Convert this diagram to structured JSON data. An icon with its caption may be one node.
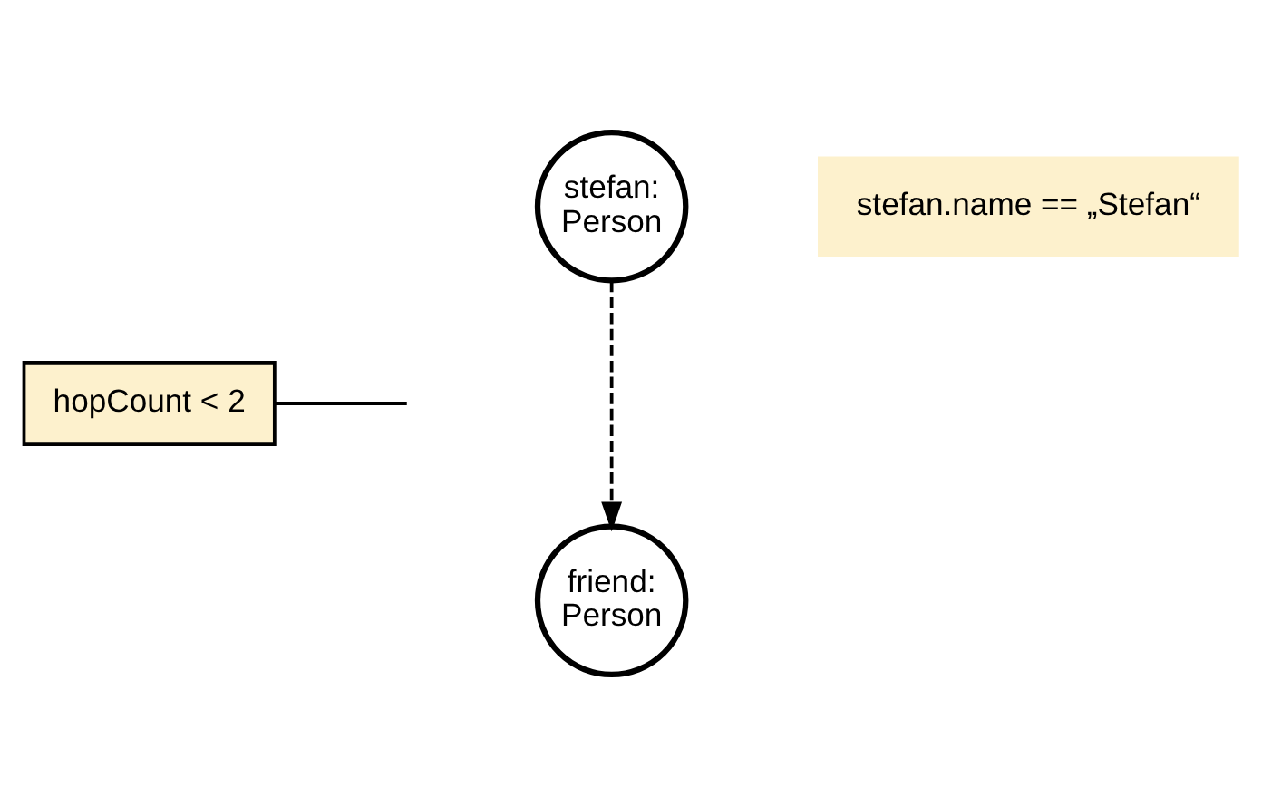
{
  "diagram": {
    "nodes": [
      {
        "text": [
          "stefan: Person"
        ]
      },
      {
        "text": [
          "stefan.name == „Stefan“"
        ]
      },
      {
        "text": [
          "hopCount < 2"
        ]
      },
      {
        "text": [
          "friend: Person"
        ]
      }
    ],
    "edges": [
      {
        "from": 0,
        "to": 3,
        "arrow": "to",
        "style": "dashed"
      },
      {
        "from": 2,
        "to": null,
        "arrow": "none"
      }
    ]
  }
}
